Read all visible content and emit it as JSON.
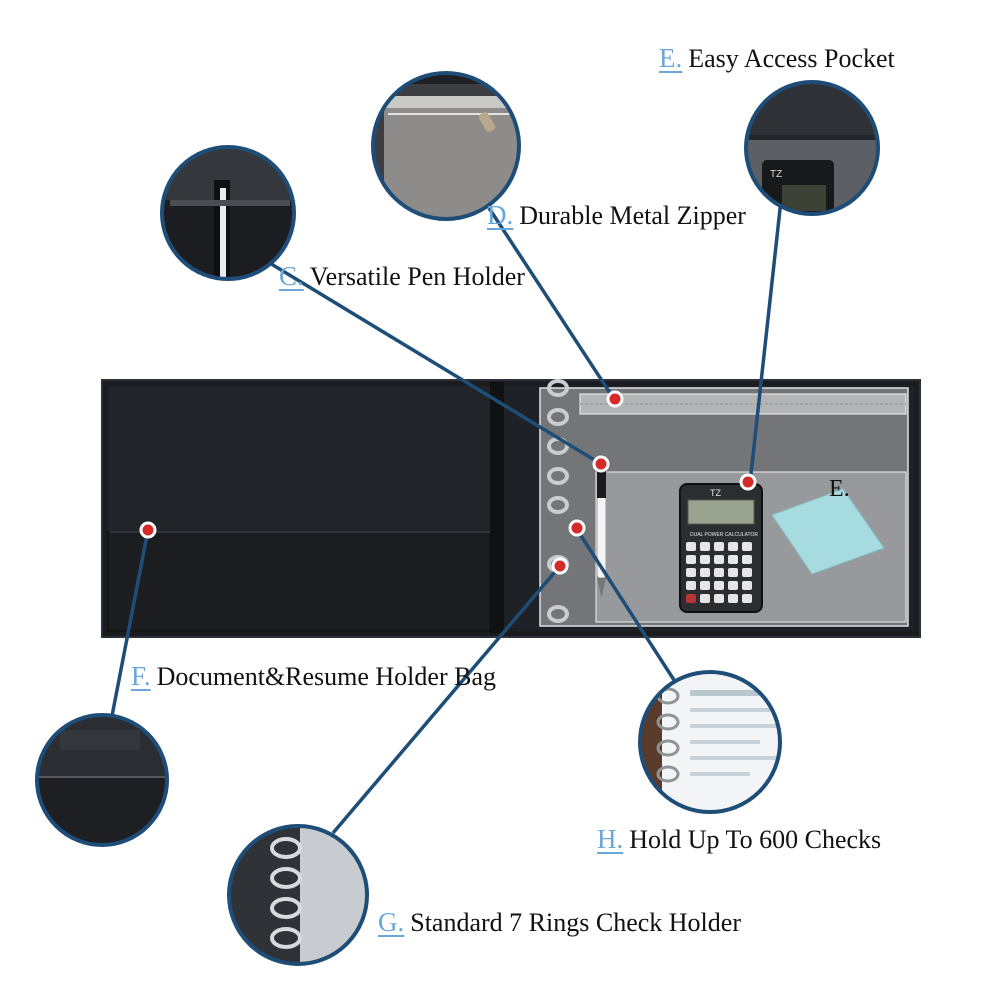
{
  "callouts": [
    {
      "letter": "E.",
      "text": "Easy Access Pocket"
    },
    {
      "letter": "D.",
      "text": "Durable Metal Zipper"
    },
    {
      "letter": "C.",
      "text": "Versatile Pen Holder"
    },
    {
      "letter": "F.",
      "text": "Document&Resume Holder Bag"
    },
    {
      "letter": "H.",
      "text": "Hold Up To 600 Checks"
    },
    {
      "letter": "G.",
      "text": "Standard 7 Rings Check Holder"
    }
  ],
  "floating_label": "E.",
  "calculator": {
    "brand": "TZ",
    "model": "DUAL POWER CALCULATOR"
  },
  "colors": {
    "binder": "#16181b",
    "leader_line": "#1e4d78",
    "marker": "#d42a2a",
    "letter_accent": "#6aa6d8",
    "sticky_note": "#a6dce0"
  }
}
